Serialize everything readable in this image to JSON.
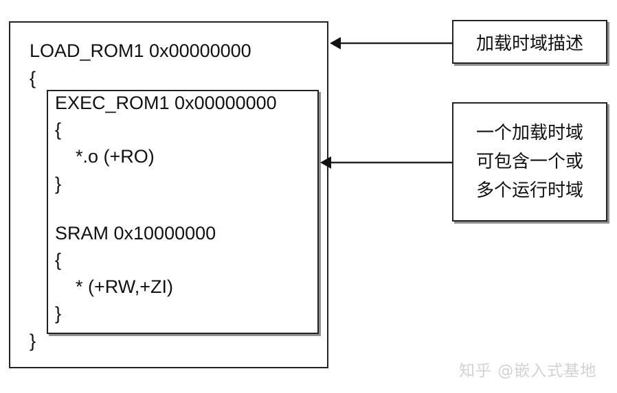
{
  "load_region": {
    "header": "LOAD_ROM1  0x00000000",
    "open_brace": "{",
    "close_brace": "}"
  },
  "exec_region_1": {
    "header": "EXEC_ROM1 0x00000000",
    "open_brace": "{",
    "content": "*.o (+RO)",
    "close_brace": "}"
  },
  "exec_region_2": {
    "header": "SRAM 0x10000000",
    "open_brace": "{",
    "content": "* (+RW,+ZI)",
    "close_brace": "}"
  },
  "annotations": {
    "load_region_label": "加载时域描述",
    "exec_note_lines": [
      "一个加载时域",
      "可包含一个或",
      "多个运行时域"
    ]
  },
  "watermark": "知乎 @嵌入式基地",
  "colors": {
    "stroke": "#222222",
    "shadow": "#8f8f8f",
    "watermark": "#d2d2d2"
  }
}
